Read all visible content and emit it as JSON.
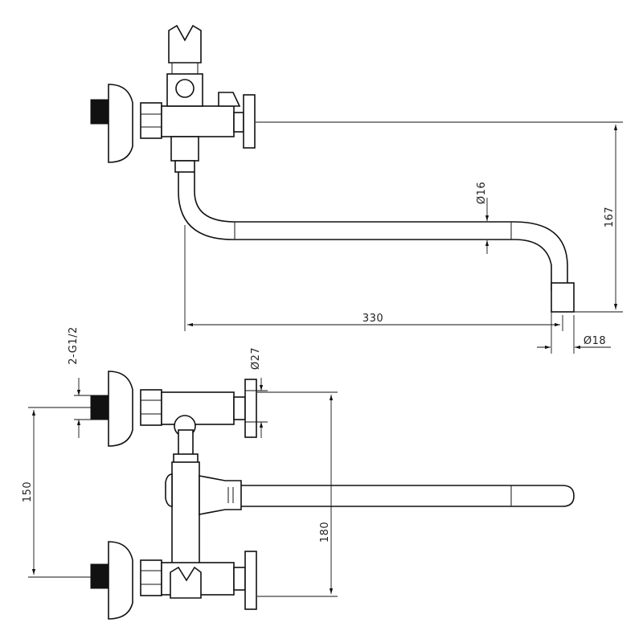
{
  "dimensions": {
    "spout_height": "167",
    "spout_reach": "330",
    "pipe_diameter": "Ø16",
    "outlet_diameter": "Ø18",
    "thread": "2-G1/2",
    "flange_diameter": "Ø27",
    "inlet_spacing": "150",
    "overall_height": "180"
  },
  "colors": {
    "line": "#111111",
    "background": "#ffffff"
  }
}
